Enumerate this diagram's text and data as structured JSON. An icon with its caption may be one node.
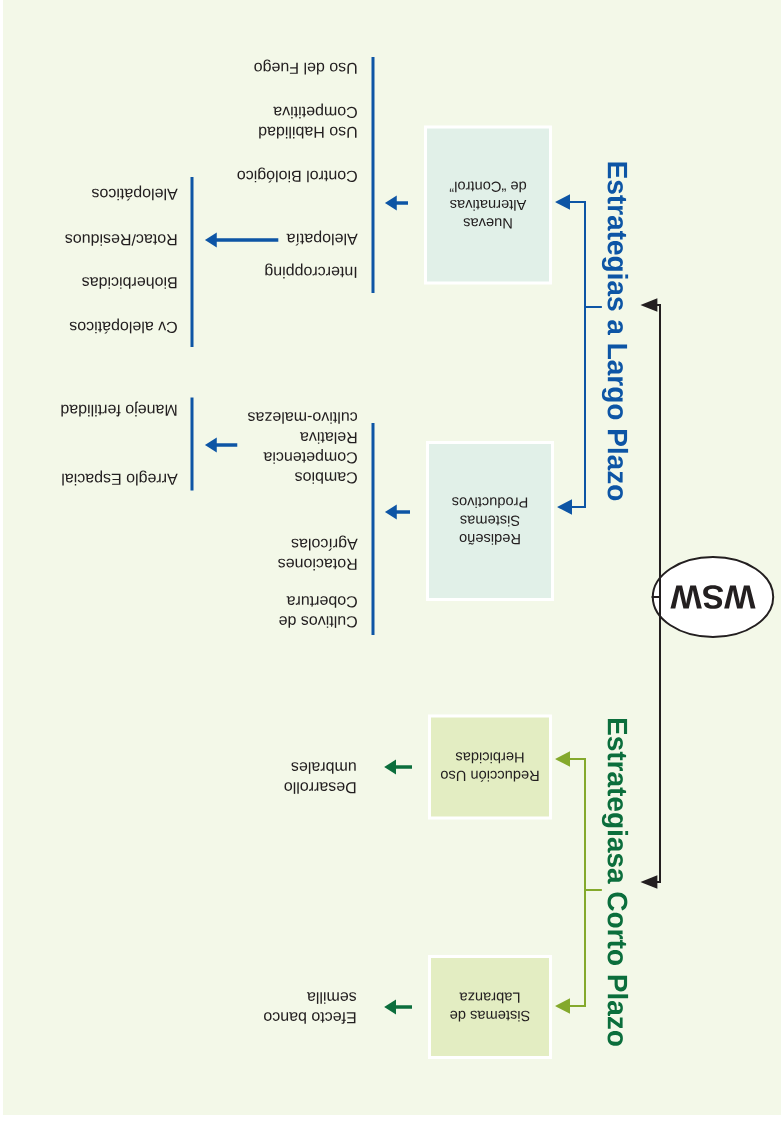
{
  "diagram": {
    "nodes": [
      {
        "text": [
          "WSW"
        ]
      },
      {
        "text": [
          "Estrategias a Largo Plazo"
        ]
      },
      {
        "text": [
          "Estrategiasa Corto Plazo"
        ]
      },
      {
        "text": [
          "Nuevas Alternativas de “Control”"
        ]
      },
      {
        "text": [
          "Rediseño Sistemas Productivos"
        ]
      },
      {
        "text": [
          "Reducción Uso Herbicidas"
        ]
      },
      {
        "text": [
          "Sistemas de Labranza"
        ]
      },
      {
        "text": [],
        "shape": "bar"
      },
      {
        "text": [
          "Intercropping"
        ]
      },
      {
        "text": [
          "Alelopatía"
        ]
      },
      {
        "text": [
          "Control Biológico"
        ]
      },
      {
        "text": [
          "Uso Habilidad Competitiva"
        ]
      },
      {
        "text": [
          "Uso del Fuego"
        ]
      },
      {
        "text": [],
        "shape": "bar"
      },
      {
        "text": [
          "Cv alelopáticos"
        ]
      },
      {
        "text": [
          "Bioherbicidas"
        ]
      },
      {
        "text": [
          "Rotac/Residuos"
        ]
      },
      {
        "text": [
          "Alelopáticos"
        ]
      },
      {
        "text": [],
        "shape": "bar"
      },
      {
        "text": [
          "Cultivos de Cobertura"
        ]
      },
      {
        "text": [
          "Rotaciones Agrícolas"
        ]
      },
      {
        "text": [
          "Cambios Competencia Relativa cultivo-malezas"
        ]
      },
      {
        "text": [],
        "shape": "bar"
      },
      {
        "text": [
          "Arreglo Espacial"
        ]
      },
      {
        "text": [
          "Manejo fertilidad"
        ]
      },
      {
        "text": [
          "Desarrollo umbrales"
        ]
      },
      {
        "text": [
          "Efecto banco semilla"
        ]
      }
    ],
    "edges": [
      {
        "from": 0,
        "to": 1,
        "arrow": "to",
        "color": "#231f20"
      },
      {
        "from": 0,
        "to": 2,
        "arrow": "to",
        "color": "#231f20"
      },
      {
        "from": 1,
        "to": 3,
        "arrow": "to"
      },
      {
        "from": 1,
        "to": 4,
        "arrow": "to"
      },
      {
        "from": 2,
        "to": 5,
        "arrow": "to",
        "color": "#84a92c"
      },
      {
        "from": 2,
        "to": 6,
        "arrow": "to",
        "color": "#84a92c"
      },
      {
        "from": 3,
        "to": 7,
        "arrow": "to"
      },
      {
        "from": 9,
        "to": 13,
        "arrow": "to"
      },
      {
        "from": 4,
        "to": 18,
        "arrow": "to"
      },
      {
        "from": 21,
        "to": 22,
        "arrow": "to"
      },
      {
        "from": 5,
        "to": 25,
        "arrow": "to",
        "color": "#0b6e3c"
      },
      {
        "from": 6,
        "to": 26,
        "arrow": "to",
        "color": "#0b6e3c"
      }
    ]
  }
}
